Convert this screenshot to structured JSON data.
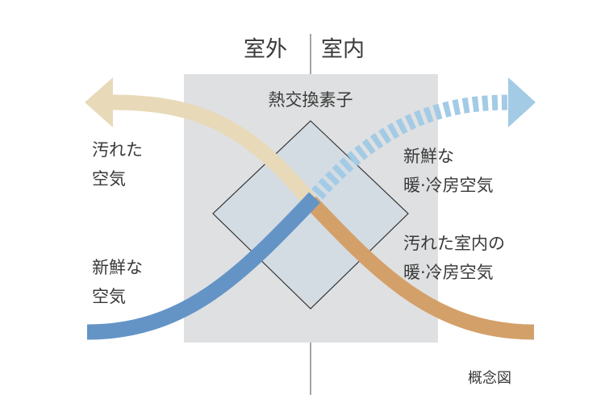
{
  "header": {
    "outdoor": "室外",
    "indoor": "室内"
  },
  "element_label": "熱交換素子",
  "labels": {
    "dirty_air_out": [
      "汚れた",
      "空気"
    ],
    "fresh_air_in": [
      "新鮮な",
      "空気"
    ],
    "fresh_conditioned_air": [
      "新鮮な",
      "暖·冷房空気"
    ],
    "dirty_indoor_air": [
      "汚れた室内の",
      "暖·冷房空気"
    ]
  },
  "caption": "概念図",
  "colors": {
    "exhaust_out": "#e8d9b8",
    "fresh_in": "#6494c6",
    "supply": "#a3cbe6",
    "indoor_exhaust": "#d4a069",
    "box": "#dfe0e1",
    "diamond": "#d3dce3"
  }
}
